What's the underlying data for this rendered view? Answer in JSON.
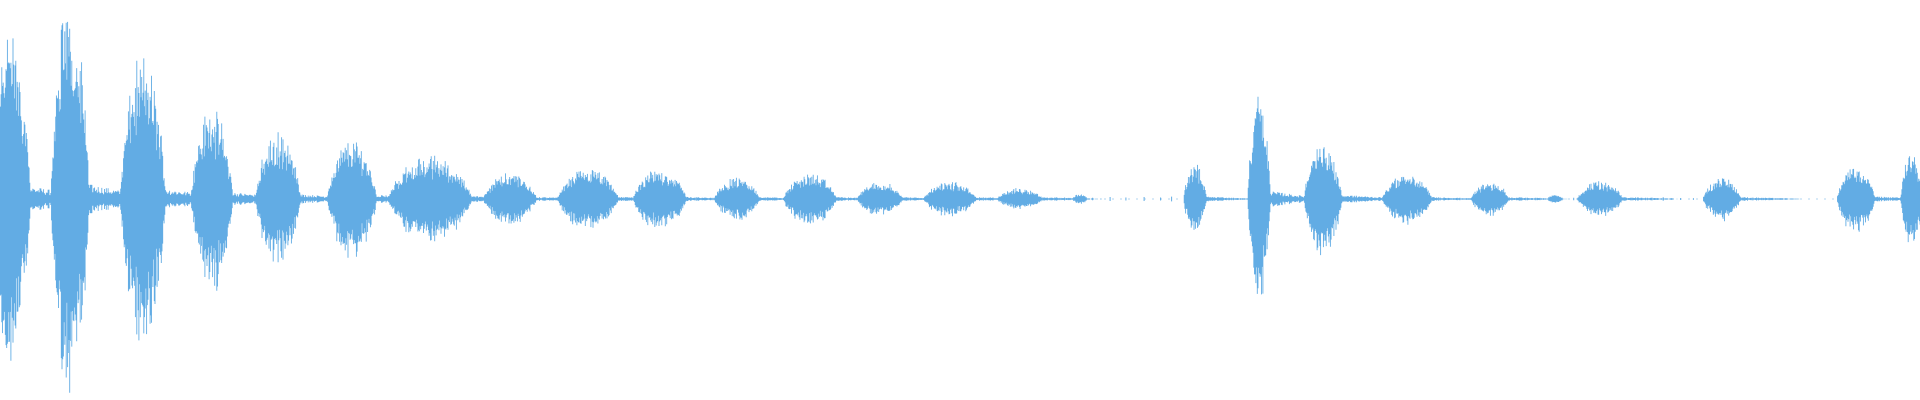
{
  "waveform": {
    "color": "#62ace4",
    "background": "#ffffff",
    "bursts": [
      {
        "amp": 0.4,
        "width": 0.012,
        "hasTail": true
      },
      {
        "amp": 0.47,
        "width": 0.01,
        "hasTail": true
      },
      {
        "amp": 0.33,
        "width": 0.012,
        "hasTail": true
      },
      {
        "amp": 0.21,
        "width": 0.011,
        "hasTail": true
      },
      {
        "amp": 0.15,
        "width": 0.012,
        "hasTail": true
      },
      {
        "amp": 0.14,
        "width": 0.013,
        "hasTail": true
      },
      {
        "amp": 0.1,
        "width": 0.022,
        "hasTail": true
      },
      {
        "amp": 0.06,
        "width": 0.014,
        "hasTail": true
      },
      {
        "amp": 0.07,
        "width": 0.016,
        "hasTail": true
      },
      {
        "amp": 0.07,
        "width": 0.014,
        "hasTail": true
      },
      {
        "amp": 0.05,
        "width": 0.012,
        "hasTail": true
      },
      {
        "amp": 0.06,
        "width": 0.014,
        "hasTail": true
      },
      {
        "amp": 0.04,
        "width": 0.012,
        "hasTail": true
      },
      {
        "amp": 0.04,
        "width": 0.014,
        "hasTail": true
      },
      {
        "amp": 0.025,
        "width": 0.012,
        "hasTail": true
      },
      {
        "amp": 0.012,
        "width": 0.004,
        "hasTail": false
      },
      {
        "amp": 0.08,
        "width": 0.006,
        "hasTail": true
      },
      {
        "amp": 0.25,
        "width": 0.006,
        "hasTail": true
      },
      {
        "amp": 0.13,
        "width": 0.01,
        "hasTail": true
      },
      {
        "amp": 0.06,
        "width": 0.013,
        "hasTail": true
      },
      {
        "amp": 0.04,
        "width": 0.01,
        "hasTail": true
      },
      {
        "amp": 0.01,
        "width": 0.004,
        "hasTail": false
      },
      {
        "amp": 0.04,
        "width": 0.012,
        "hasTail": true
      },
      {
        "amp": 0.05,
        "width": 0.01,
        "hasTail": true
      },
      {
        "amp": 0.08,
        "width": 0.01,
        "hasTail": true
      },
      {
        "amp": 0.11,
        "width": 0.006,
        "hasTail": false
      }
    ]
  }
}
